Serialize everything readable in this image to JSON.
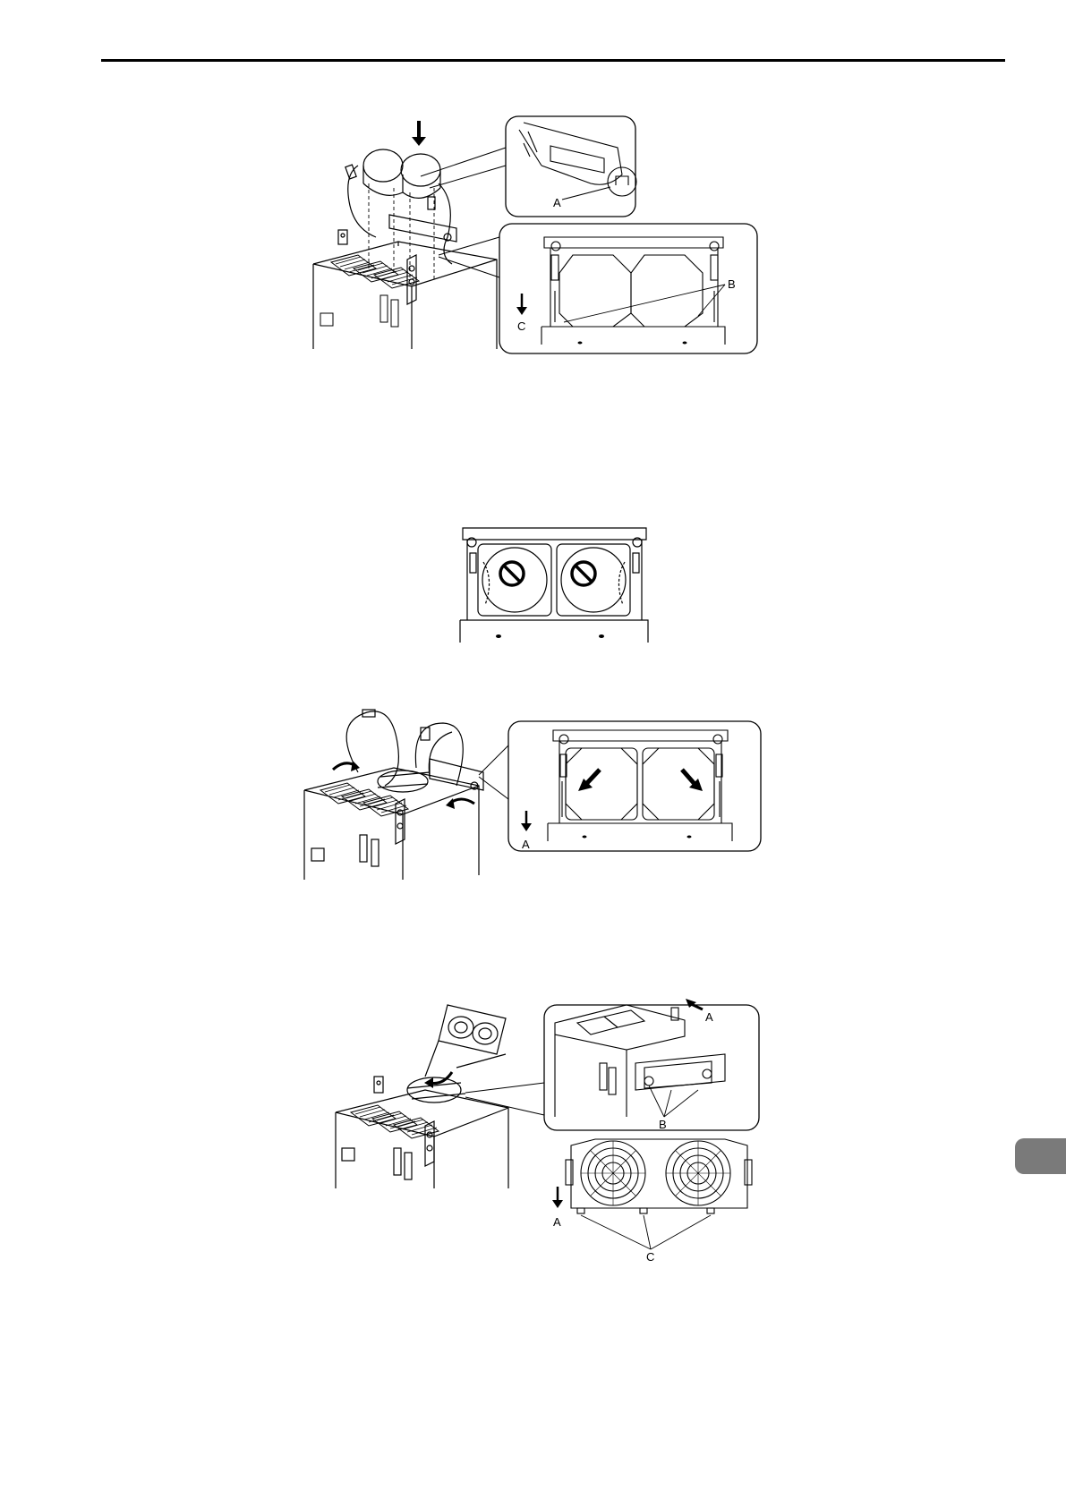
{
  "figures": [
    {
      "id": "fig-fan-install",
      "callouts": {
        "detail_tab": "A",
        "fan_tabs": "B",
        "direction_arrow": "C"
      }
    },
    {
      "id": "fig-fan-wrong-orientation",
      "symbols": [
        "prohibited-icon",
        "prohibited-icon"
      ]
    },
    {
      "id": "fig-fan-cable-routing",
      "callouts": {
        "direction_arrow": "A"
      }
    },
    {
      "id": "fig-fan-finger-guard",
      "callouts": {
        "direction_arrow_top": "A",
        "hooks": "B",
        "direction_arrow_bottom": "A",
        "tabs": "C"
      }
    }
  ],
  "colors": {
    "line": "#000000",
    "tab": "#7a7a7a",
    "background": "#ffffff"
  }
}
